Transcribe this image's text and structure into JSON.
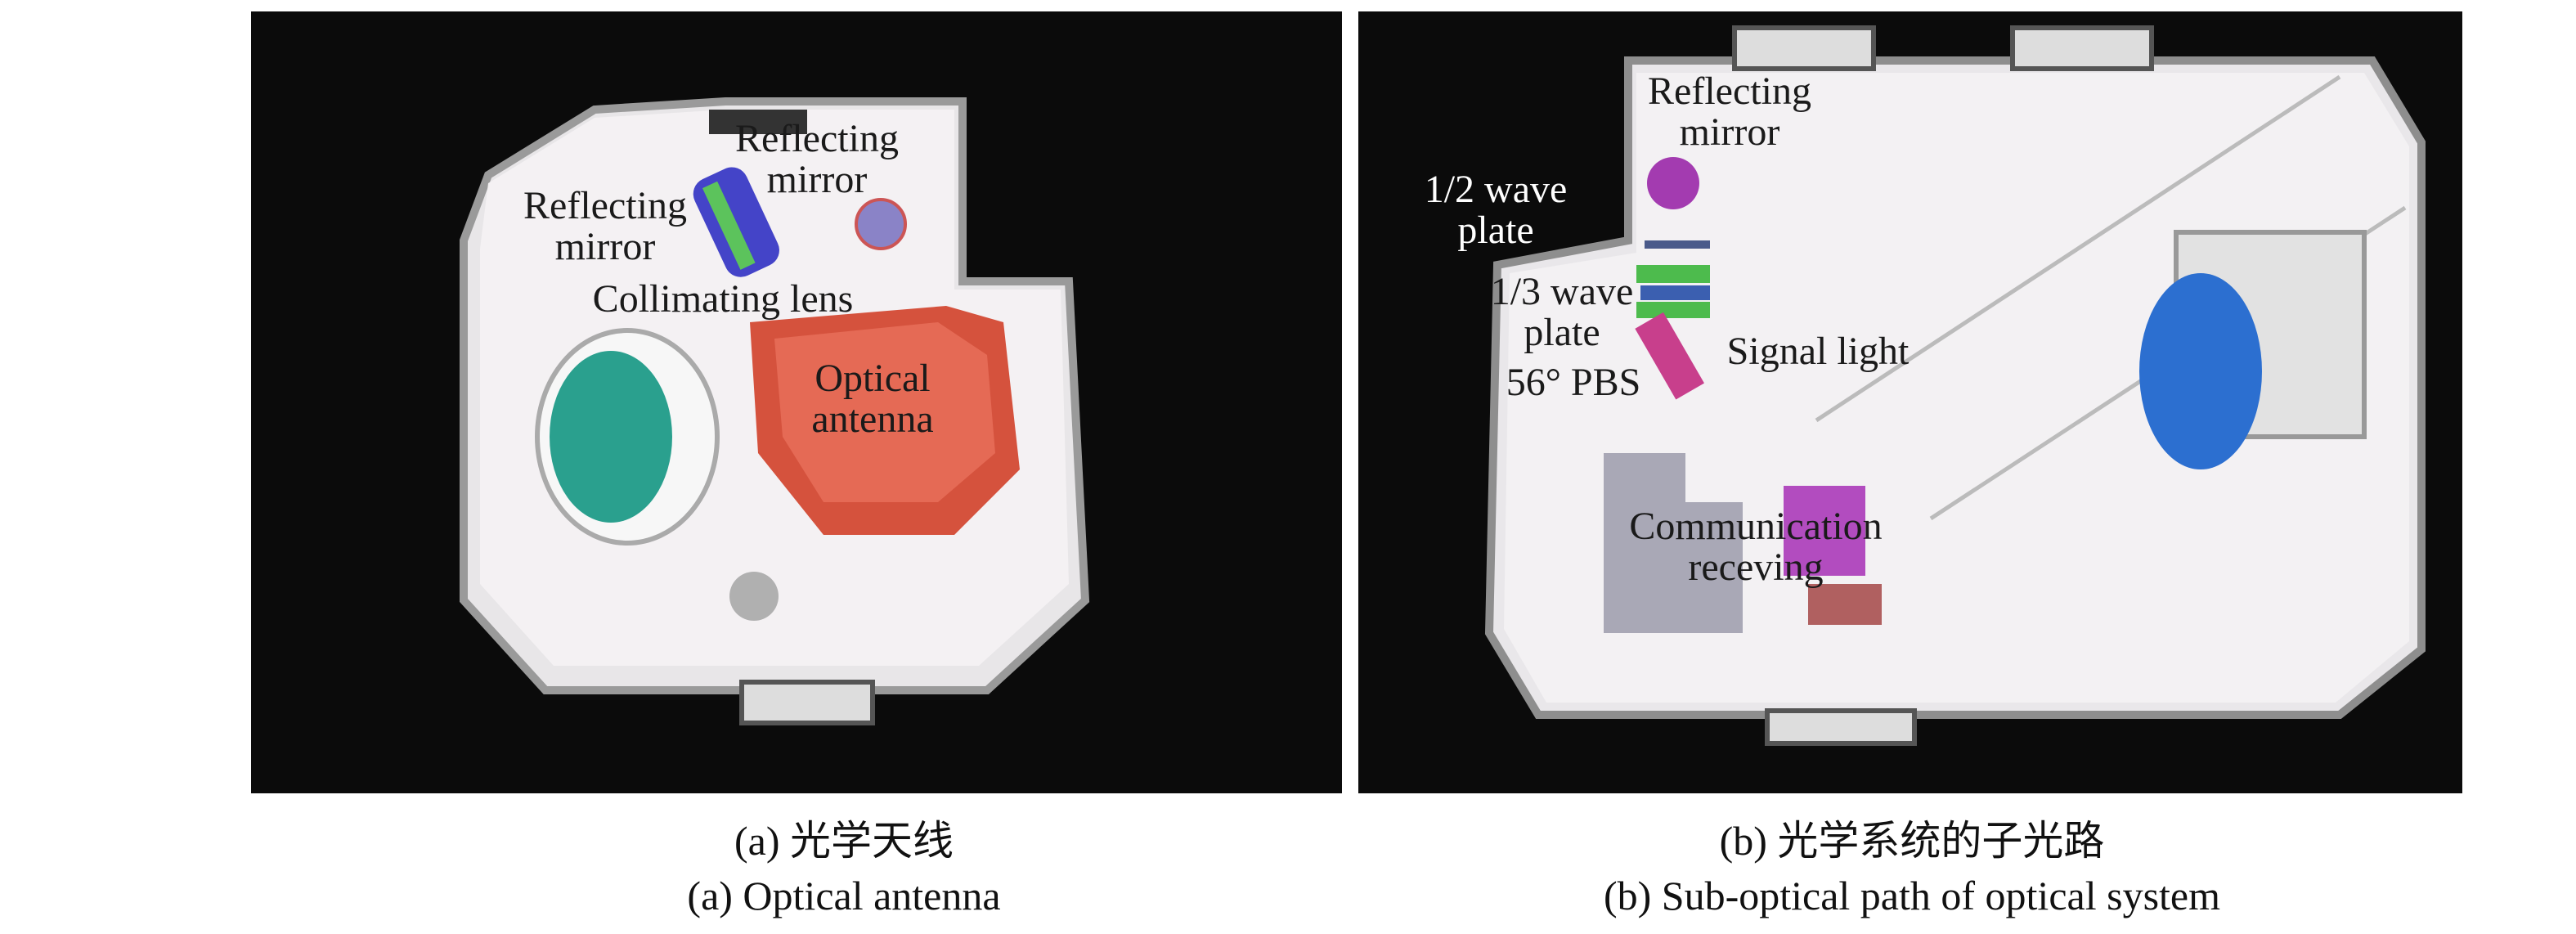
{
  "panel_a": {
    "labels": {
      "reflecting_mirror_top": [
        "Reflecting",
        "mirror"
      ],
      "reflecting_mirror_left": [
        "Reflecting",
        "mirror"
      ],
      "collimating_lens": "Collimating lens",
      "optical_antenna": [
        "Optical",
        "antenna"
      ]
    },
    "caption_cn": "(a)  光学天线",
    "caption_en": "(a) Optical antenna"
  },
  "panel_b": {
    "labels": {
      "reflecting_mirror": [
        "Reflecting",
        "mirror"
      ],
      "half_wave_plate": [
        "1/2 wave",
        "plate"
      ],
      "third_wave_plate": [
        "1/3 wave",
        "plate"
      ],
      "pbs": "56° PBS",
      "signal_light": "Signal light",
      "communication_receiving": [
        "Communication",
        "receving"
      ]
    },
    "caption_cn": "(b) 光学系统的子光路",
    "caption_en": "(b) Sub-optical path of optical system"
  }
}
